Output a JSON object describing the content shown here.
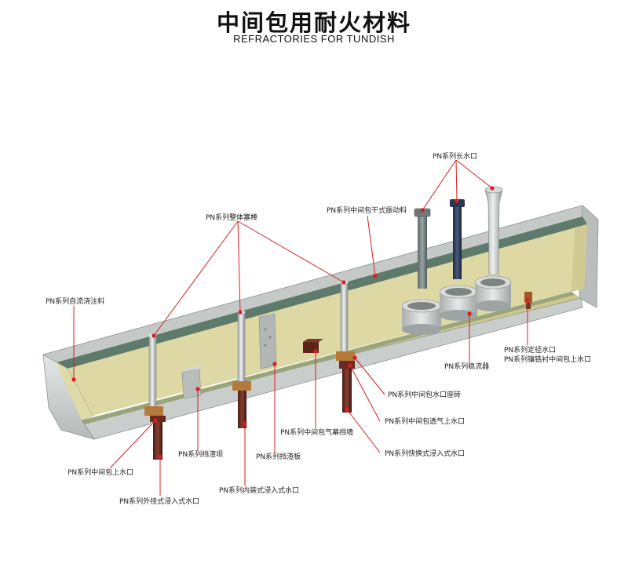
{
  "title": {
    "cn": "中间包用耐火材料",
    "en": "REFRACTORIES FOR TUNDISH"
  },
  "labels": {
    "long_nozzle": "PN系列长水口",
    "stopper": "PN系列整体塞棒",
    "dry_vibration": "PN系列中间包干式振动料",
    "self_flow": "PN系列自流浇注料",
    "sizing_nozzle": "PN系列定径水口",
    "zr_upper_nozzle": "PN系列镶锆衬中间包上水口",
    "turbulence_suppressor": "PN系列稳流器",
    "nozzle_seat_brick": "PN系列中间包水口座砖",
    "gas_permeable_nozzle": "PN系列中间包透气上水口",
    "gas_curtain_wall": "PN系列中间包气幕挡墙",
    "quick_change_sen": "PN系列快换式浸入式水口",
    "dam": "PN系列挡渣坝",
    "weir": "PN系列挡渣板",
    "upper_nozzle": "PN系列中间包上水口",
    "internal_sen": "PN系列内装式浸入式水口",
    "external_sen": "PN系列外挂式浸入式水口"
  },
  "colors": {
    "leader": "#d62020",
    "castable": "#ddd8a4",
    "steel": "#c9cdcc"
  }
}
